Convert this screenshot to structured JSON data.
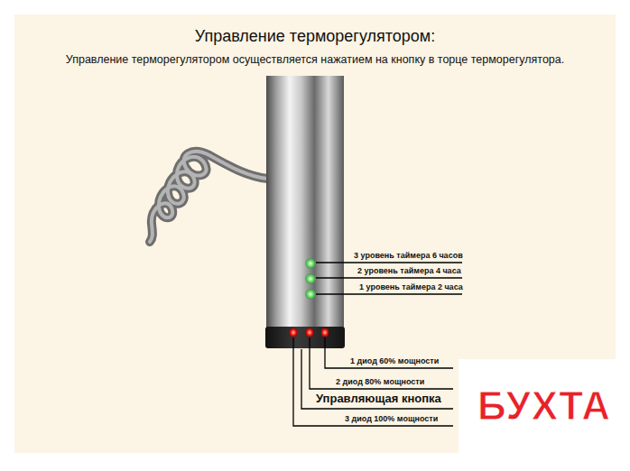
{
  "diagram": {
    "title": "Управление терморегулятором:",
    "labels": [
      "Управление терморегулятором осуществляется нажатием на кнопку в торце терморегулятора.",
      "3 уровень таймера 6 часов",
      "2 уровень таймера 4 часа",
      "1 уровень таймера 2 часа",
      "1 диод 60% мощности",
      "2 диод 80% мощности",
      "Управляющая кнопка",
      "3 диод 100% мощности",
      "БУХТА"
    ]
  }
}
